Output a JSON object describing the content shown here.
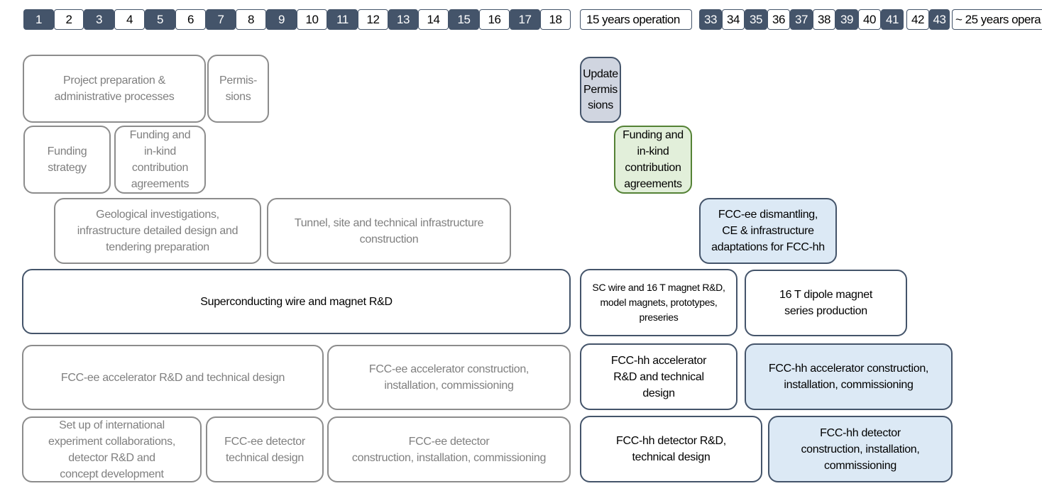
{
  "timeline": {
    "years_phase1": [
      "1",
      "2",
      "3",
      "4",
      "5",
      "6",
      "7",
      "8",
      "9",
      "10",
      "11",
      "12",
      "13",
      "14",
      "15",
      "16",
      "17",
      "18"
    ],
    "operation1_label": "15 years operation",
    "years_phase2": [
      "33",
      "34",
      "35",
      "36",
      "37",
      "38",
      "39",
      "40",
      "41",
      "42",
      "43"
    ],
    "operation2_label": "~ 25 years opera"
  },
  "colors": {
    "dark_year": "#44546a",
    "grey_border": "#8c8c8c",
    "grey_text": "#7f7f7f",
    "light_blue_fill": "#dce9f5",
    "green_border": "#548235",
    "green_fill": "#e2efda",
    "update_fill": "#d0d5e0"
  },
  "blocks": {
    "project_prep": "Project preparation &\nadministrative processes",
    "permissions": "Permis-\nsions",
    "funding_strategy": "Funding\nstrategy",
    "funding_agreements_1": "Funding and\nin-kind\ncontribution\nagreements",
    "geological": "Geological investigations,\ninfrastructure detailed design and\ntendering preparation",
    "tunnel": "Tunnel, site and technical infrastructure\nconstruction",
    "sc_wire": "Superconducting wire and magnet R&D",
    "ee_acc_rd": "FCC-ee accelerator R&D and technical design",
    "ee_acc_construction": "FCC-ee accelerator construction,\ninstallation, commissioning",
    "intl_collab": "Set up of international\nexperiment collaborations,\ndetector R&D and\nconcept development",
    "ee_det_design": "FCC-ee detector\ntechnical design",
    "ee_det_construction": "FCC-ee detector\nconstruction, installation, commissioning",
    "update_permissions": "Update\nPermis\nsions",
    "funding_agreements_2": "Funding and\nin-kind\ncontribution\nagreements",
    "ee_dismantling": "FCC-ee dismantling,\nCE & infrastructure\nadaptations for FCC-hh",
    "sc_16t_rd": "SC wire and 16 T magnet R&D,\nmodel magnets, prototypes,\npreseries",
    "dipole_production": "16 T dipole magnet\nseries production",
    "hh_acc_rd": "FCC-hh accelerator\nR&D and technical\ndesign",
    "hh_acc_construction": "FCC-hh accelerator construction,\ninstallation, commissioning",
    "hh_det_rd": "FCC-hh detector R&D,\ntechnical design",
    "hh_det_construction": "FCC-hh detector\nconstruction, installation,\ncommissioning"
  }
}
